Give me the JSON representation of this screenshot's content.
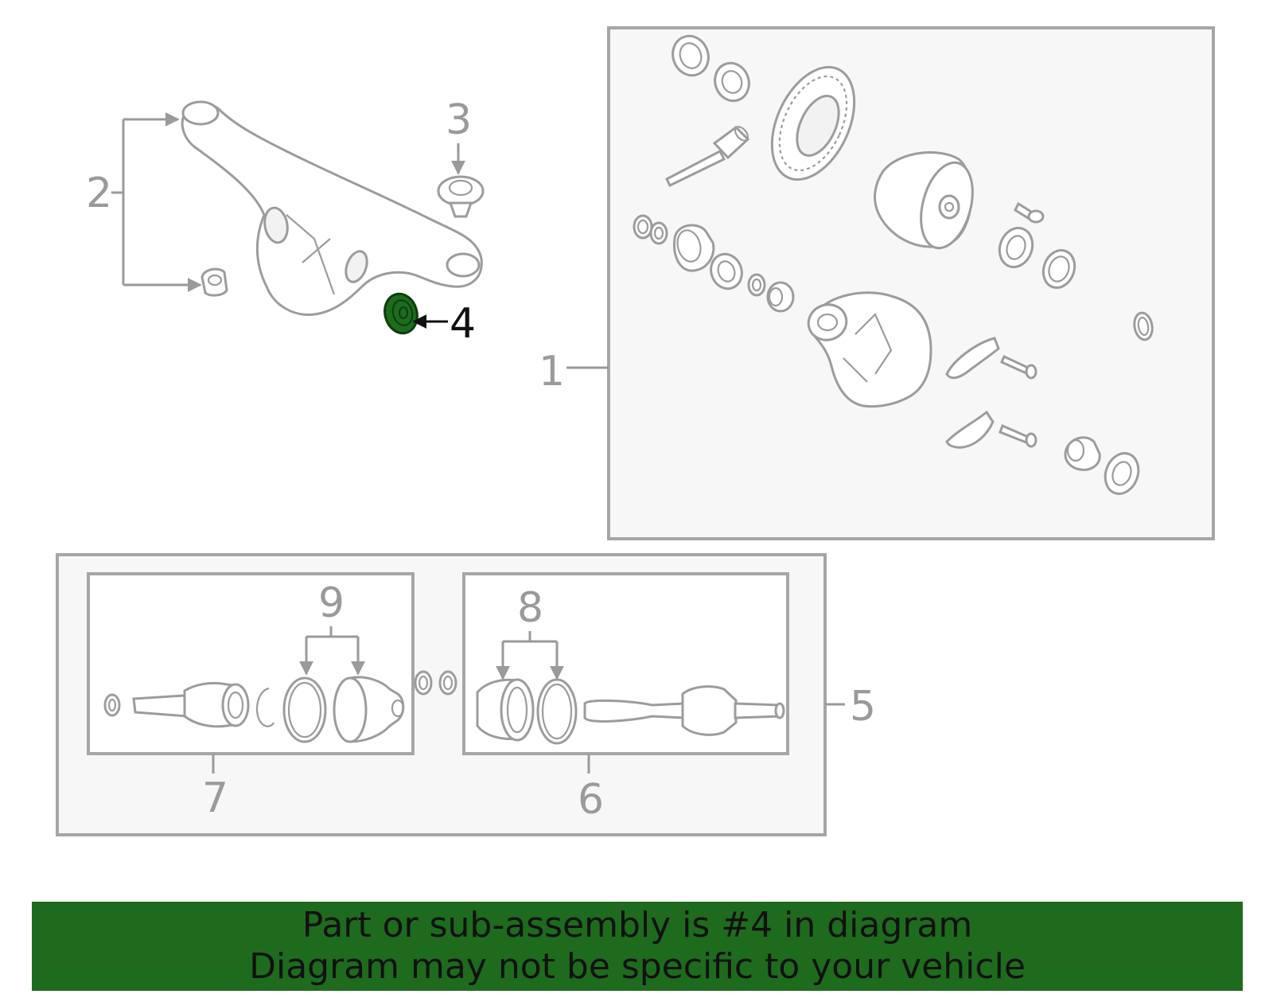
{
  "callouts": {
    "c1": "1",
    "c2": "2",
    "c3": "3",
    "c4": "4",
    "c5": "5",
    "c6": "6",
    "c7": "7",
    "c8": "8",
    "c9": "9"
  },
  "highlight": {
    "part": "4",
    "color": "#1e6b1e"
  },
  "banner": {
    "line1": "Part or sub-assembly is #4 in diagram",
    "line2": "Diagram may not be specific to your vehicle",
    "background": "#1e6b1e"
  }
}
